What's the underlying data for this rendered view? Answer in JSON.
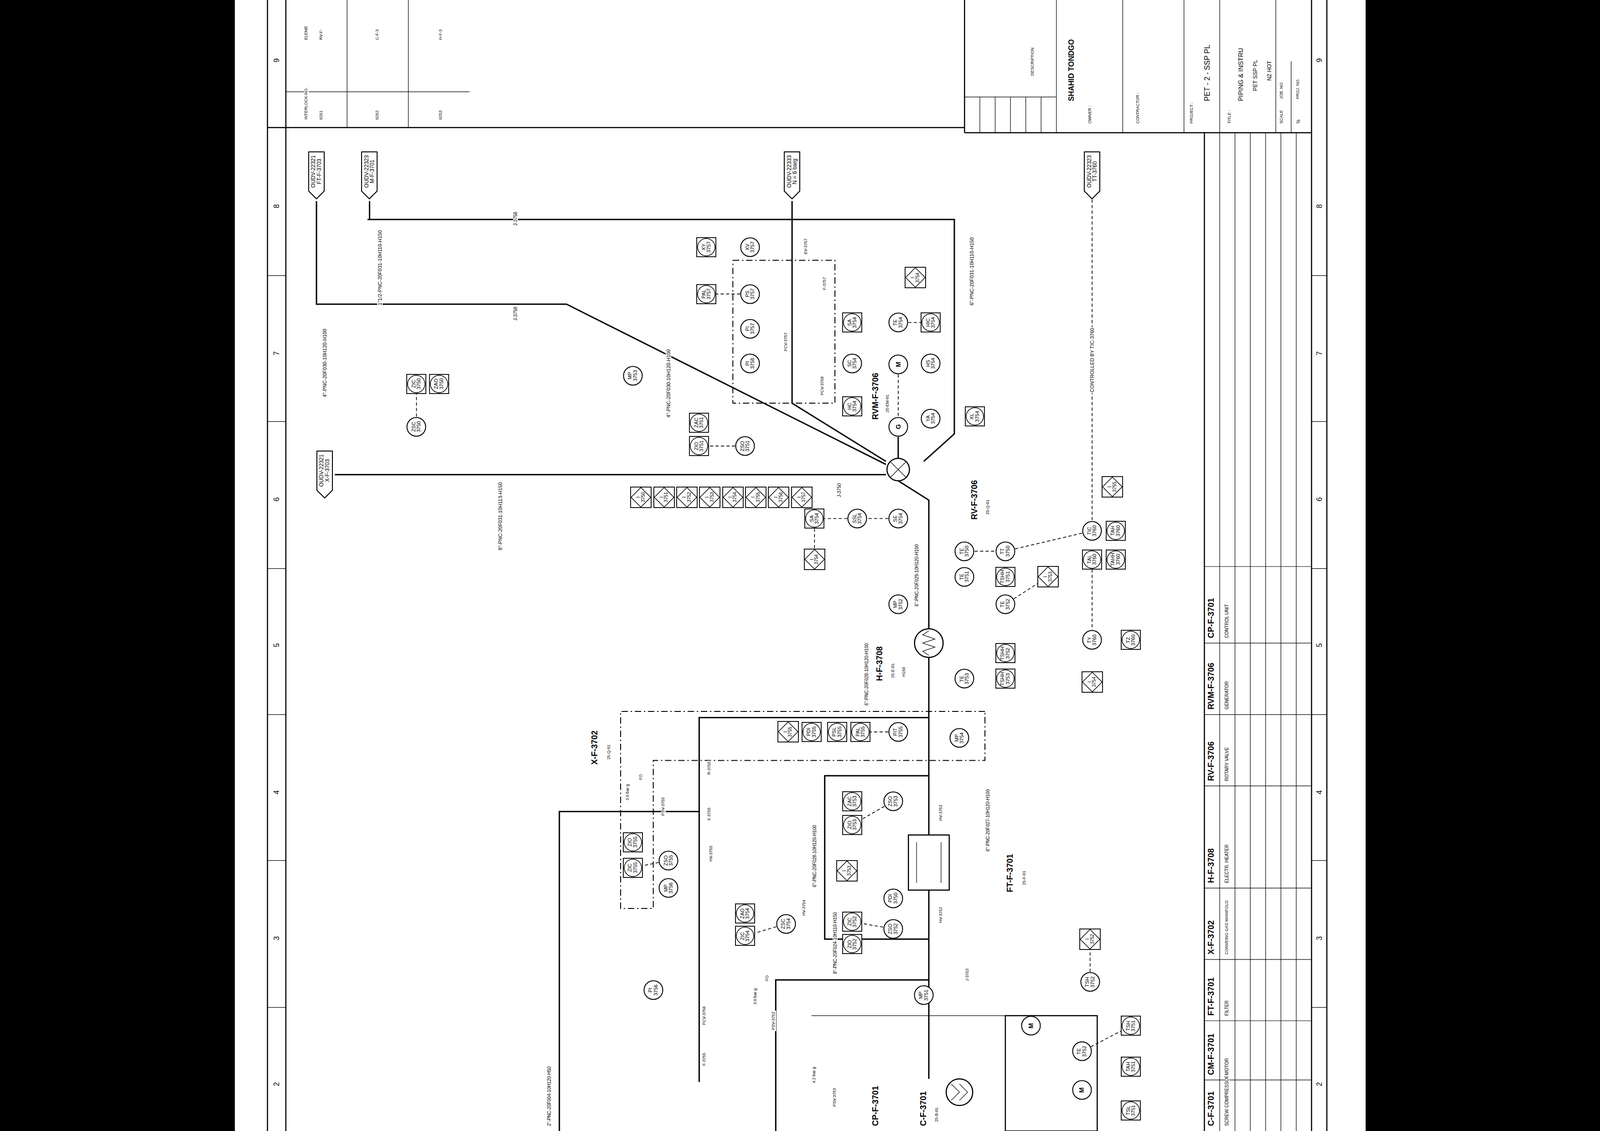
{
  "diagram": {
    "nodes": [
      {
        "text": [
          "OUDV-22321",
          "FT-F-3703"
        ]
      },
      {
        "text": [
          "OUDV-22323",
          "M-F-3701"
        ]
      },
      {
        "text": [
          "OUDV-22333",
          "N = 6 barg"
        ]
      },
      {
        "text": [
          "OUDV-22323",
          "TT-3760"
        ]
      },
      {
        "text": [
          "OUDV-22321",
          "X-F-3703"
        ]
      },
      {
        "text": [
          "XY 3757"
        ]
      },
      {
        "text": [
          "XV 3757"
        ]
      },
      {
        "text": [
          "PAL 3757"
        ]
      },
      {
        "text": [
          "PS 3757"
        ]
      },
      {
        "text": [
          "PI 3757"
        ]
      },
      {
        "text": [
          "PI 3758"
        ]
      },
      {
        "text": [
          "I 3754"
        ]
      },
      {
        "text": [
          "SA 3754"
        ]
      },
      {
        "text": [
          "TE 3754"
        ]
      },
      {
        "text": [
          "HIC 3754"
        ]
      },
      {
        "text": [
          "SC 3754"
        ]
      },
      {
        "text": [
          "HS 3754"
        ]
      },
      {
        "text": [
          "HC 3754"
        ]
      },
      {
        "text": [
          "YA 3754"
        ]
      },
      {
        "text": [
          "XL 3754"
        ]
      },
      {
        "text": [
          "MP 3753"
        ]
      },
      {
        "text": [
          "ZIC 3750"
        ]
      },
      {
        "text": [
          "ZAO 3750"
        ]
      },
      {
        "text": [
          "ZSC 3750"
        ]
      },
      {
        "text": [
          "ZAC 3751"
        ]
      },
      {
        "text": [
          "ZIO 3751"
        ]
      },
      {
        "text": [
          "ZSO 3751"
        ]
      },
      {
        "text": [
          "I 3750"
        ]
      },
      {
        "text": [
          "I 3751"
        ]
      },
      {
        "text": [
          "I 3752"
        ]
      },
      {
        "text": [
          "I 3753"
        ]
      },
      {
        "text": [
          "I 3754"
        ]
      },
      {
        "text": [
          "I 3755"
        ]
      },
      {
        "text": [
          "I 3756"
        ]
      },
      {
        "text": [
          "I 3757"
        ]
      },
      {
        "text": [
          "SA 3754"
        ]
      },
      {
        "text": [
          "SSL 3754"
        ]
      },
      {
        "text": [
          "SE 3754"
        ]
      },
      {
        "text": [
          "I 3754"
        ]
      },
      {
        "text": [
          "TE 3750"
        ]
      },
      {
        "text": [
          "TT 3750"
        ]
      },
      {
        "text": [
          "TE 3751"
        ]
      },
      {
        "text": [
          "TSHH 3751"
        ]
      },
      {
        "text": [
          "I 3753"
        ]
      },
      {
        "text": [
          "TE 3752"
        ]
      },
      {
        "text": [
          "TSHH 3752"
        ]
      },
      {
        "text": [
          "TE 3753"
        ]
      },
      {
        "text": [
          "TSHH 3753"
        ]
      },
      {
        "text": [
          "MP 3752"
        ]
      },
      {
        "text": [
          "I 3755"
        ]
      },
      {
        "text": [
          "TIC 3760"
        ]
      },
      {
        "text": [
          "TAH 3760"
        ]
      },
      {
        "text": [
          "TAL 3760"
        ]
      },
      {
        "text": [
          "TAHH 3760"
        ]
      },
      {
        "text": [
          "TY 3760"
        ]
      },
      {
        "text": [
          "TZ 3760"
        ]
      },
      {
        "text": [
          "I 3754"
        ]
      },
      {
        "text": [
          "I 3755"
        ]
      },
      {
        "text": [
          "PDI 3755"
        ]
      },
      {
        "text": [
          "PSL 3755"
        ]
      },
      {
        "text": [
          "PAL 3755"
        ]
      },
      {
        "text": [
          "PIT 3755"
        ]
      },
      {
        "text": [
          "MP 3754"
        ]
      },
      {
        "text": [
          "ZSO 3753"
        ]
      },
      {
        "text": [
          "ZAC 3753"
        ]
      },
      {
        "text": [
          "ZIO 3753"
        ]
      },
      {
        "text": [
          "I 3753"
        ]
      },
      {
        "text": [
          "PDI 3750"
        ]
      },
      {
        "text": [
          "ZSO 3752"
        ]
      },
      {
        "text": [
          "ZIC 3752"
        ]
      },
      {
        "text": [
          "ZIO 3752"
        ]
      },
      {
        "text": [
          "ZIO 3755"
        ]
      },
      {
        "text": [
          "ZIC 3755"
        ]
      },
      {
        "text": [
          "ZSO 3755"
        ]
      },
      {
        "text": [
          "MP 3756"
        ]
      },
      {
        "text": [
          "ZSC 3754"
        ]
      },
      {
        "text": [
          "ZAO 3754"
        ]
      },
      {
        "text": [
          "ZIC 3754"
        ]
      },
      {
        "text": [
          "PI 3756"
        ]
      },
      {
        "text": [
          "MP 3751"
        ]
      },
      {
        "text": [
          "I 3752"
        ]
      },
      {
        "text": [
          "TSH 3752"
        ]
      },
      {
        "text": [
          "TE 3752"
        ]
      },
      {
        "text": [
          "TSH 3751"
        ]
      },
      {
        "text": [
          "TAH 3751"
        ]
      },
      {
        "text": [
          "TSL 3751"
        ]
      },
      {
        "text": [
          "M"
        ]
      },
      {
        "text": [
          "G"
        ]
      },
      {
        "text": [
          "M"
        ]
      },
      {
        "text": [
          "M"
        ]
      }
    ],
    "edges": [
      {
        "from": 3,
        "to": 50,
        "arrow": "none",
        "label": "CONTROLLED BY TIC-3760"
      },
      {
        "from": 39,
        "to": 40,
        "arrow": "none"
      },
      {
        "from": 40,
        "to": 50,
        "arrow": "none"
      },
      {
        "from": 52,
        "to": 54,
        "arrow": "none"
      },
      {
        "from": 8,
        "to": 7,
        "arrow": "none"
      },
      {
        "from": 13,
        "to": 14,
        "arrow": "none"
      },
      {
        "from": 37,
        "to": 36,
        "arrow": "none"
      },
      {
        "from": 36,
        "to": 35,
        "arrow": "none"
      },
      {
        "from": 35,
        "to": 38,
        "arrow": "none"
      },
      {
        "from": 23,
        "to": 21,
        "arrow": "none"
      },
      {
        "from": 26,
        "to": 25,
        "arrow": "none"
      },
      {
        "from": 73,
        "to": 72,
        "arrow": "none"
      },
      {
        "from": 63,
        "to": 65,
        "arrow": "none"
      },
      {
        "from": 68,
        "to": 69,
        "arrow": "none"
      },
      {
        "from": 75,
        "to": 77,
        "arrow": "none"
      },
      {
        "from": 61,
        "to": 60,
        "arrow": "none"
      },
      {
        "from": 81,
        "to": 80,
        "arrow": "none"
      },
      {
        "from": 82,
        "to": 83,
        "arrow": "none"
      },
      {
        "from": 44,
        "to": 43,
        "arrow": "none"
      },
      {
        "from": 86,
        "to": 87,
        "arrow": "none"
      }
    ],
    "labels": [
      "DESCRIPTION",
      "OWNER :",
      "SHAHID TONDGO",
      "CONTRACTOR :",
      "PROJECT :",
      "PET - 2 - SSP PL",
      "TITLE :",
      "PIPING & INSTRU",
      "PET SSP PL",
      "N2 HOT",
      "SCALE",
      "%",
      "JOB. NO.",
      "PROJ. NO.",
      "ELEME",
      "RV-F-",
      "C-F-3",
      "H-F-3",
      "INTERLOCK-NO.",
      "0251",
      "0252",
      "0253",
      "9",
      "8",
      "7",
      "6",
      "5",
      "4",
      "3",
      "2",
      "9",
      "8",
      "7",
      "6",
      "5",
      "4",
      "3",
      "2",
      "C-F-3701",
      "SCREW COMPRESSOR",
      "CM-F-3701",
      "MOTOR",
      "FT-F-3701",
      "FILTER",
      "X-F-3702",
      "CONVEING GAS MANIFOLD",
      "H-F-3708",
      "ELECTR. HEATER",
      "RV-F-3706",
      "ROTARY VALVE",
      "RVM-F-3706",
      "GENERATOR",
      "CP-F-3701",
      "CONTROL UNIT",
      "1\"1/2-PNC-20F031-10H110-H150",
      "J-3758",
      "J-3758",
      "4\"-PNC-20F030-10H120-H100",
      "6\"-PNC-20F031-10H110-H150",
      "4\"-PNC-20F030-10H120-H100",
      "8\"-PNC-20F031-10H113-H150",
      "J-3750",
      "EV-3757",
      "F-3757",
      "PCV-3757",
      "PCV-3758",
      "RVM-F-3706",
      "25-EM-01",
      "RV-F-3706",
      "25-Q-01",
      "6\"-PNC-20F029-10H120-H100",
      "H-F-3708",
      "25-E-01",
      "H150",
      "6\"-PNC-20F028-10H120-H100",
      "X-F-3702",
      "25-Q-01",
      "R-3755",
      "X-3755",
      "HV-3755",
      "PSV-3755",
      "3.0 bar g",
      "FO",
      "FT-F-3701",
      "25-F-01",
      "6\"-PNC-20F027-10H120-H100",
      "6\"-PNC-20F028-10H120-H100",
      "HV-3754",
      "HV-3753",
      "HV-3752",
      "PCV-3756",
      "F-3755",
      "PSV-3752",
      "3.0 bar g",
      "FO",
      "8\"-PNC-20F024-10H110-H150",
      "J-3753",
      "4.2 bar g",
      "PSV-3753",
      "CP-F-3701",
      "C-F-3701",
      "25-B-01",
      "2\"-PNC-20F004-10H120-H50"
    ]
  }
}
